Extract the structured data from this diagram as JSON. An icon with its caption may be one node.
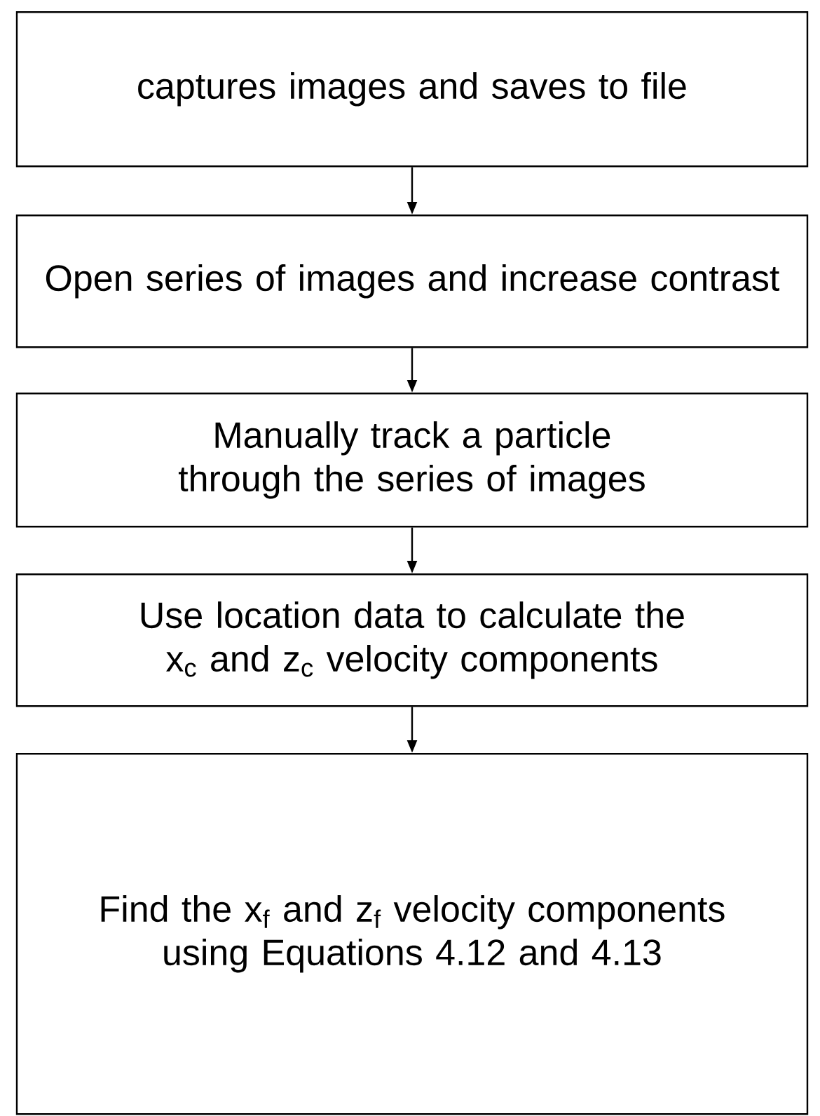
{
  "diagram": {
    "nodes": [
      {
        "text": [
          "captures images and saves to file"
        ]
      },
      {
        "text": [
          "Open series of images and increase contrast"
        ]
      },
      {
        "text": [
          "Manually track a particle through the series of images"
        ]
      },
      {
        "text": [
          "Use location data to calculate the x$_{c}$ and z$_{c}$ velocity components"
        ]
      },
      {
        "text": [
          "Find the x$_{f}$ and z$_{f}$ velocity components using Equations 4.12 and 4.13"
        ]
      }
    ],
    "edges": [
      {
        "from": 0,
        "to": 1,
        "arrow": "to"
      },
      {
        "from": 1,
        "to": 2,
        "arrow": "to"
      },
      {
        "from": 2,
        "to": 3,
        "arrow": "to"
      },
      {
        "from": 3,
        "to": 4,
        "arrow": "to"
      }
    ]
  }
}
